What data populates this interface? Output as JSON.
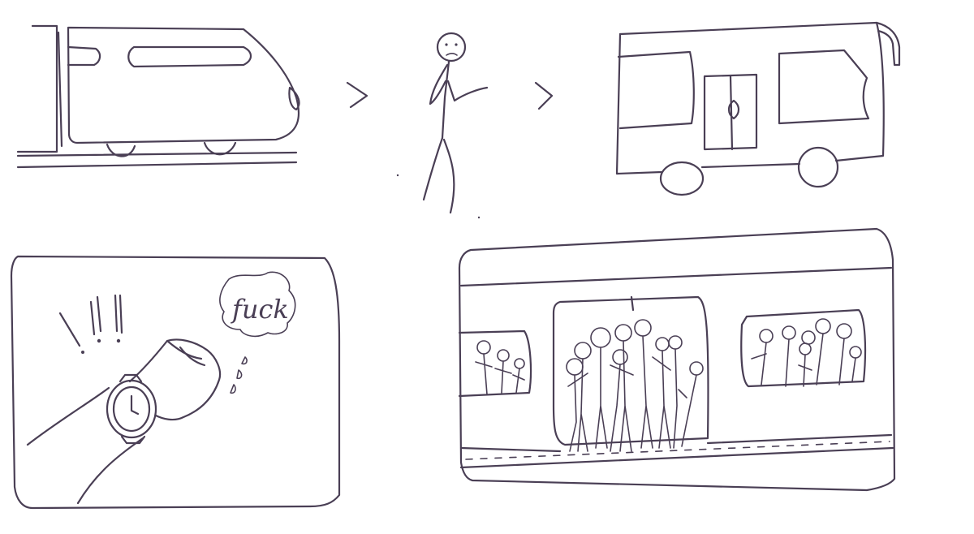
{
  "sketch": {
    "ink_color": "#4a3f55",
    "paper_color": "#ffffff",
    "speech_bubble_text": "fuck",
    "exclamation_marks": "!!!",
    "panels": [
      {
        "name": "train",
        "icon": "train-icon"
      },
      {
        "name": "walking-person",
        "icon": "stick-figure-icon"
      },
      {
        "name": "bus",
        "icon": "bus-icon"
      },
      {
        "name": "watch-check",
        "icon": "wristwatch-icon"
      },
      {
        "name": "crowded-bus",
        "icon": "crowded-bus-icon"
      }
    ],
    "arrows": [
      "chevron-right-icon",
      "chevron-right-icon"
    ]
  }
}
